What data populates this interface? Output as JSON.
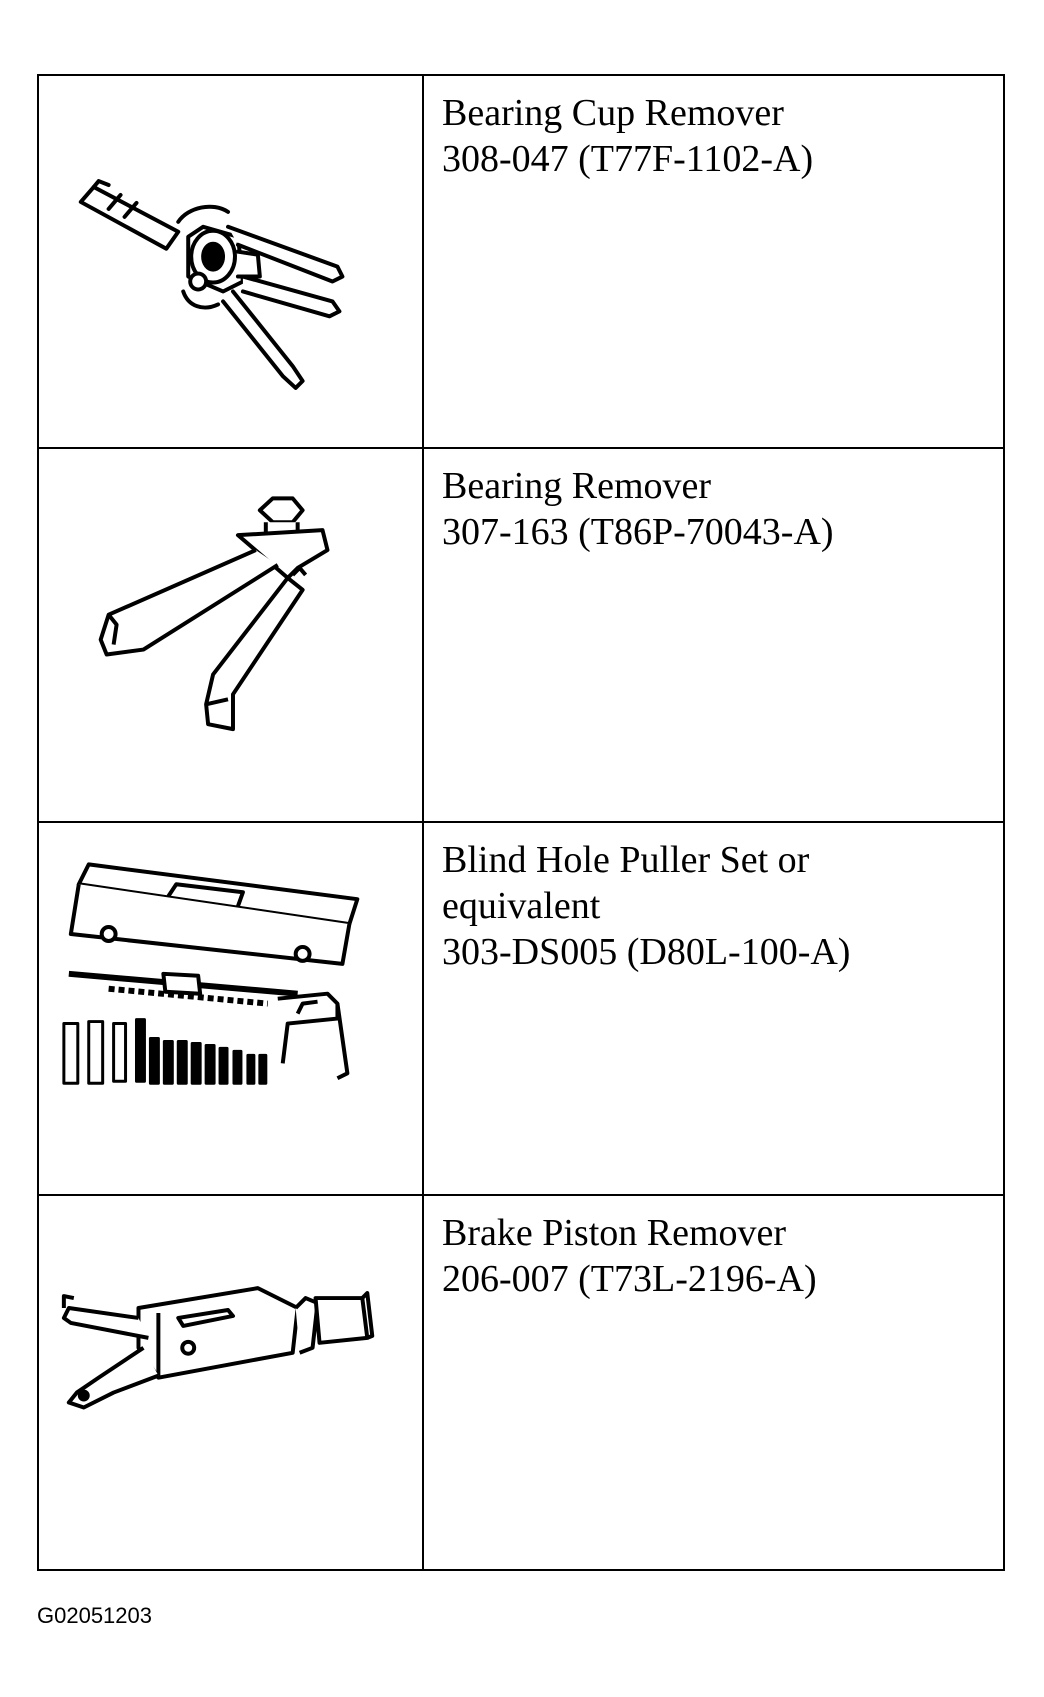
{
  "tools": [
    {
      "name": "Bearing Cup Remover",
      "number": "308-047 (T77F-1102-A)",
      "icon": "bearing-cup-remover-icon"
    },
    {
      "name": "Bearing Remover",
      "number": "307-163 (T86P-70043-A)",
      "icon": "bearing-remover-icon"
    },
    {
      "name": "Blind Hole Puller Set or",
      "name_line2": "equivalent",
      "number": "303-DS005 (D80L-100-A)",
      "icon": "blind-hole-puller-set-icon"
    },
    {
      "name": "Brake Piston Remover",
      "number": "206-007 (T73L-2196-A)",
      "icon": "brake-piston-remover-icon"
    }
  ],
  "figure_id": "G02051203"
}
